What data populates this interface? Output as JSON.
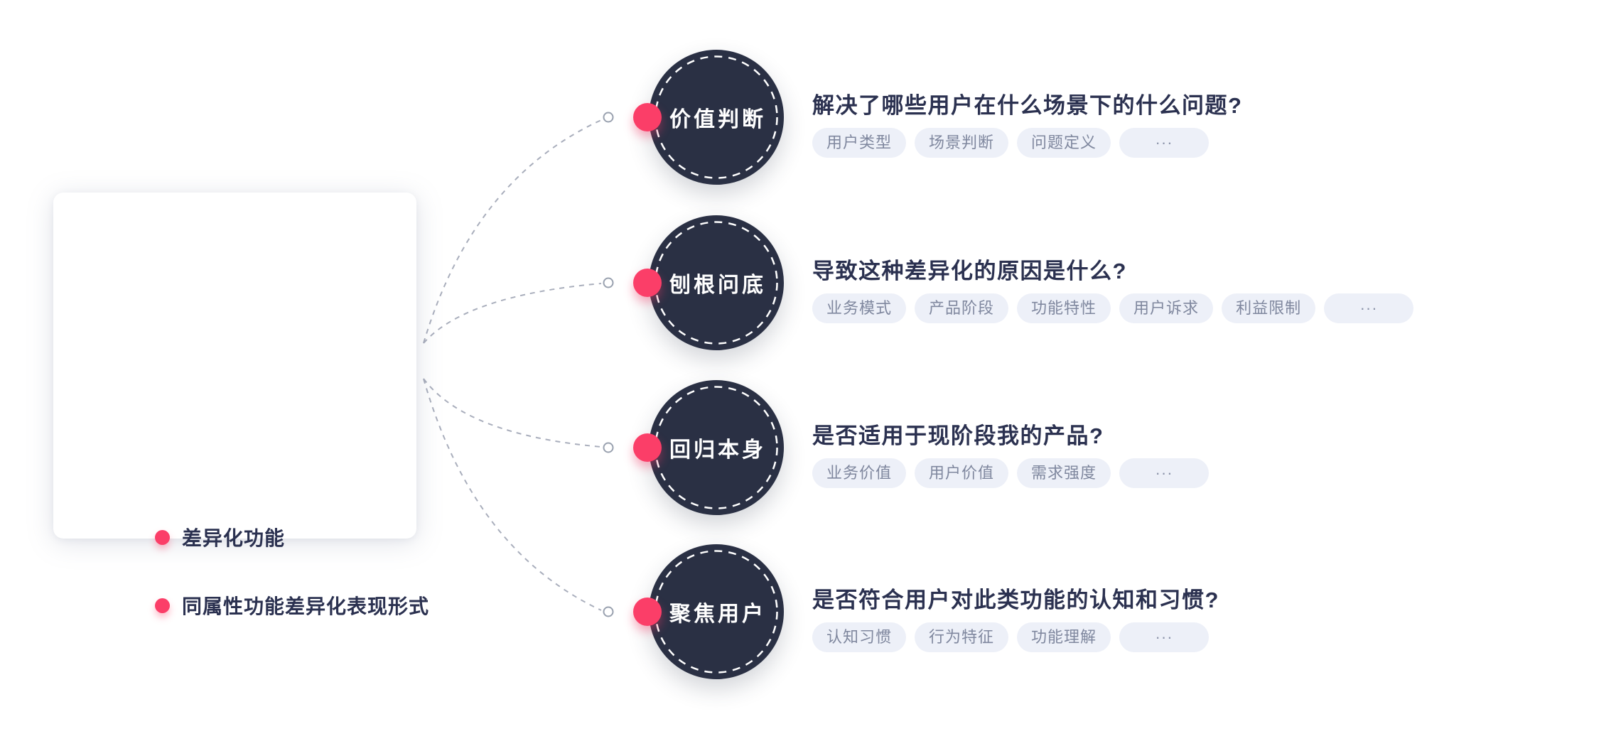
{
  "colors": {
    "background": "#ffffff",
    "node_fill": "#2a3044",
    "accent_pink": "#fb3e68",
    "text_dark": "#2b3150",
    "tag_background": "#edf0f8",
    "tag_text": "#7f879e",
    "connector_gray": "#a9aebc"
  },
  "legend_card": {
    "items": [
      {
        "label": "差异化功能"
      },
      {
        "label": "同属性功能差异化表现形式"
      }
    ]
  },
  "branches": [
    {
      "node_label": "价值判断",
      "question": "解决了哪些用户在什么场景下的什么问题?",
      "tags": [
        "用户类型",
        "场景判断",
        "问题定义",
        "···"
      ]
    },
    {
      "node_label": "刨根问底",
      "question": "导致这种差异化的原因是什么?",
      "tags": [
        "业务模式",
        "产品阶段",
        "功能特性",
        "用户诉求",
        "利益限制",
        "···"
      ]
    },
    {
      "node_label": "回归本身",
      "question": "是否适用于现阶段我的产品?",
      "tags": [
        "业务价值",
        "用户价值",
        "需求强度",
        "···"
      ]
    },
    {
      "node_label": "聚焦用户",
      "question": "是否符合用户对此类功能的认知和习惯?",
      "tags": [
        "认知习惯",
        "行为特征",
        "功能理解",
        "···"
      ]
    }
  ]
}
